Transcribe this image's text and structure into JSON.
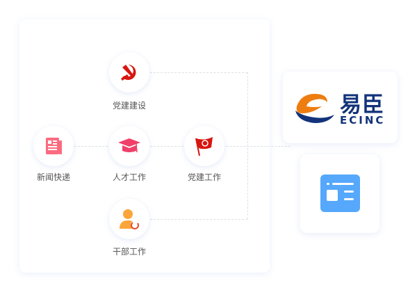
{
  "nodes": {
    "party_building": "党建建设",
    "news": "新闻快递",
    "talent": "人才工作",
    "party_work": "党建工作",
    "cadre": "干部工作"
  },
  "logo": {
    "cn": "易臣",
    "en": "ECINC"
  },
  "colors": {
    "party_red": "#d7160f",
    "talent_pink": "#f0406a",
    "news_pink": "#fb6b80",
    "cadre_orange": "#fba53a",
    "brand_blue": "#12337a",
    "brand_orange": "#ee7d10",
    "app_blue": "#55a8fb"
  }
}
